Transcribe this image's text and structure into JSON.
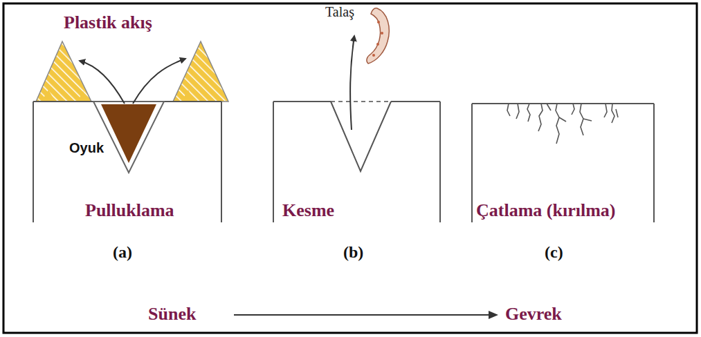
{
  "diagram": {
    "labels": [
      "Plastik akış",
      "Talaş",
      "Oyuk",
      "Pulluklama",
      "Kesme",
      "Çatlama (kırılma)",
      "(a)",
      "(b)",
      "(c)",
      "Sünek",
      "Gevrek"
    ]
  }
}
